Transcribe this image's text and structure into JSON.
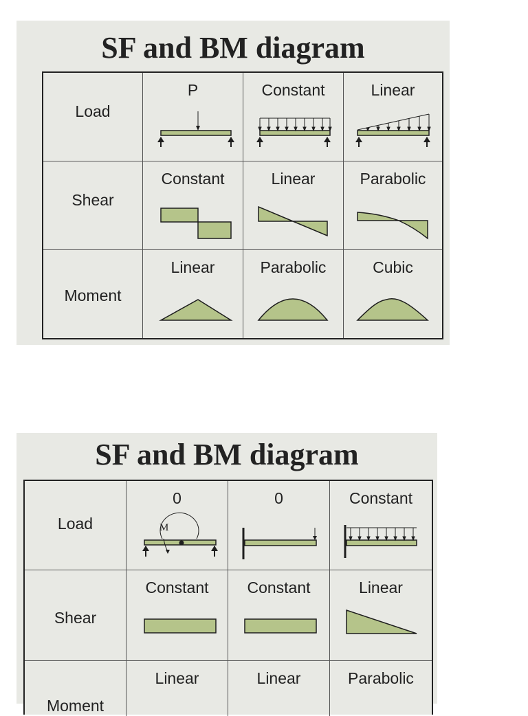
{
  "slides": [
    {
      "title": "SF and BM diagram",
      "row_headers": [
        "Load",
        "Shear",
        "Moment"
      ],
      "cells": [
        [
          "P",
          "Constant",
          "Linear"
        ],
        [
          "Constant",
          "Linear",
          "Parabolic"
        ],
        [
          "Linear",
          "Parabolic",
          "Cubic"
        ]
      ]
    },
    {
      "title": "SF and BM diagram",
      "row_headers": [
        "Load",
        "Shear",
        "Moment"
      ],
      "cells": [
        [
          "0",
          "0",
          "Constant"
        ],
        [
          "Constant",
          "Constant",
          "Linear"
        ],
        [
          "Linear",
          "Linear",
          "Parabolic"
        ]
      ],
      "moment_symbol": "M"
    }
  ],
  "colors": {
    "fill": "#b5c48a",
    "stroke": "#1e1e1e",
    "background": "#e8e9e4"
  }
}
